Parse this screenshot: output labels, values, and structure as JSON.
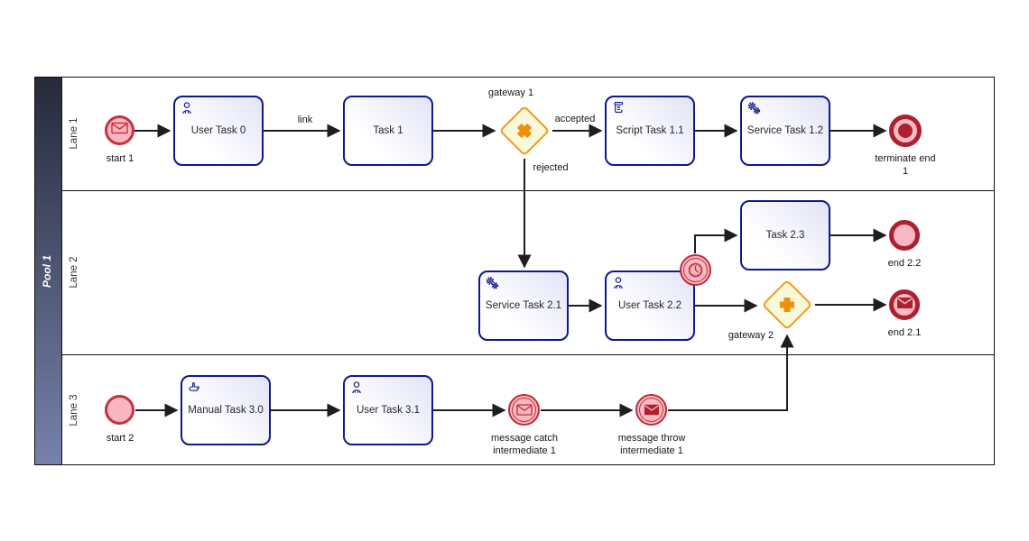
{
  "pool": {
    "title": "Pool 1",
    "lanes": [
      {
        "label": "Lane 1"
      },
      {
        "label": "Lane 2"
      },
      {
        "label": "Lane 3"
      }
    ]
  },
  "nodes": {
    "start_1": {
      "label": "start 1",
      "icon": "envelope-icon"
    },
    "user_task_0": {
      "label": "User Task 0",
      "icon": "user-icon"
    },
    "task_1": {
      "label": "Task 1"
    },
    "gateway_1": {
      "label": "gateway 1",
      "icon": "x-mark-icon"
    },
    "script_task_1_1": {
      "label": "Script Task 1.1",
      "icon": "scroll-icon"
    },
    "service_task_1_2": {
      "label": "Service Task 1.2",
      "icon": "gears-icon"
    },
    "terminate_end_1": {
      "label": "terminate end 1",
      "icon": "terminate-dot"
    },
    "service_task_2_1": {
      "label": "Service Task 2.1",
      "icon": "gears-icon"
    },
    "user_task_2_2": {
      "label": "User Task 2.2",
      "icon": "user-icon"
    },
    "timer_boundary": {
      "icon": "clock-icon"
    },
    "task_2_3": {
      "label": "Task 2.3"
    },
    "gateway_2": {
      "label": "gateway 2",
      "icon": "plus-icon"
    },
    "end_2_2": {
      "label": "end 2.2"
    },
    "end_2_1": {
      "label": "end 2.1",
      "icon": "envelope-icon"
    },
    "start_2": {
      "label": "start 2"
    },
    "manual_task_3_0": {
      "label": "Manual Task 3.0",
      "icon": "hand-icon"
    },
    "user_task_3_1": {
      "label": "User Task 3.1",
      "icon": "user-icon"
    },
    "message_catch_1": {
      "label": "message catch intermediate 1",
      "icon": "envelope-icon"
    },
    "message_throw_1": {
      "label": "message throw intermediate 1",
      "icon": "envelope-filled-icon"
    }
  },
  "edge_labels": {
    "link": "link",
    "accepted": "accepted",
    "rejected": "rejected"
  },
  "colors": {
    "task_border": "#0e188f",
    "task_fill_top_right": "#e2e3f7",
    "event_red": "#c53240",
    "event_dark_red": "#ad202f",
    "event_fill": "#f7b9c2",
    "gateway_orange": "#f09a1a",
    "gateway_symbol": "#ef8f0e",
    "gateway_fill": "#f8f8da",
    "pool_header_top": "#262a3a",
    "pool_header_bottom": "#7682ab",
    "connector": "#1e1e1e"
  }
}
